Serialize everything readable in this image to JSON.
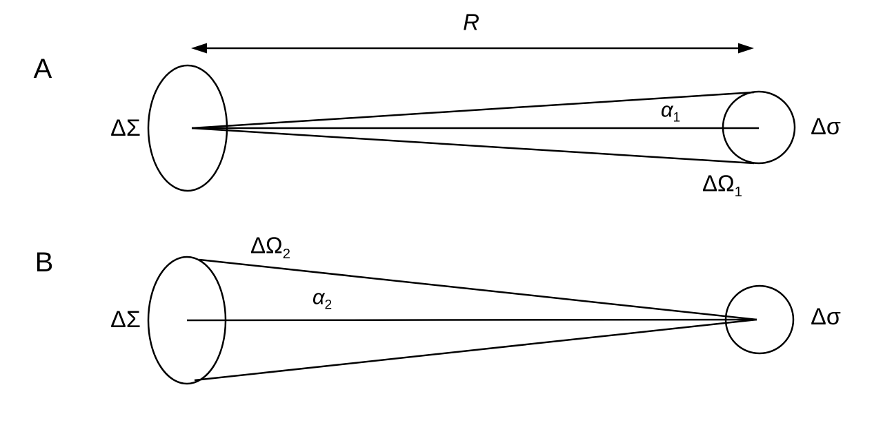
{
  "panel_a": {
    "panel_label": "A",
    "distance_label": "R",
    "source_label": "ΔΣ",
    "target_label": "Δσ",
    "angle": {
      "base": "α",
      "sub": "1"
    },
    "solid_angle": {
      "base": "ΔΩ",
      "sub": "1"
    }
  },
  "panel_b": {
    "panel_label": "B",
    "source_label": "ΔΣ",
    "target_label": "Δσ",
    "angle": {
      "base": "α",
      "sub": "2"
    },
    "solid_angle": {
      "base": "ΔΩ",
      "sub": "2"
    }
  }
}
